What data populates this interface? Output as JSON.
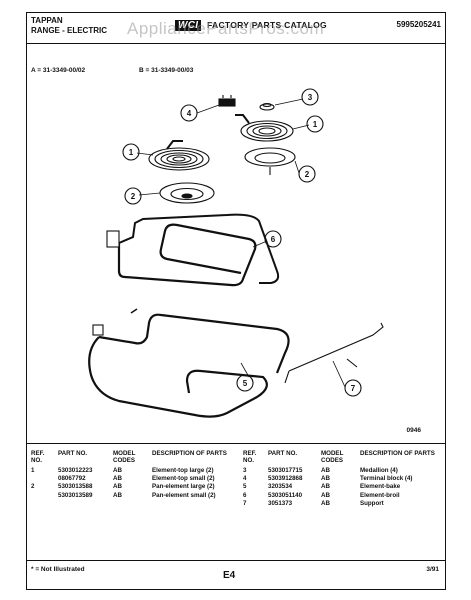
{
  "header": {
    "brand": "TAPPAN",
    "product": "RANGE - ELECTRIC",
    "logo_text": "WCI",
    "catalog_title": "FACTORY PARTS CATALOG",
    "catalog_number": "5995205241"
  },
  "watermark": "AppliancePartsPros.com",
  "models": {
    "a": "A = 31-3349-00/02",
    "b": "B = 31-3349-00/03"
  },
  "diagram": {
    "callouts": [
      "1",
      "2",
      "3",
      "4",
      "1",
      "2",
      "5",
      "6",
      "7"
    ],
    "code": "0946"
  },
  "table": {
    "headers": {
      "ref": "REF. NO.",
      "part": "PART NO.",
      "model": "MODEL CODES",
      "desc": "DESCRIPTION OF PARTS"
    },
    "left_rows": [
      {
        "ref": "1",
        "part": "5303012223",
        "model": "AB",
        "desc": "Element-top large (2)"
      },
      {
        "ref": "",
        "part": "08067792",
        "model": "AB",
        "desc": "Element-top small (2)"
      },
      {
        "ref": "2",
        "part": "5303013588",
        "model": "AB",
        "desc": "Pan-element large (2)"
      },
      {
        "ref": "",
        "part": "5303013589",
        "model": "AB",
        "desc": "Pan-element small (2)"
      }
    ],
    "right_rows": [
      {
        "ref": "3",
        "part": "5303017715",
        "model": "AB",
        "desc": "Medallion (4)"
      },
      {
        "ref": "4",
        "part": "5303912868",
        "model": "AB",
        "desc": "Terminal block (4)"
      },
      {
        "ref": "5",
        "part": "3203534",
        "model": "AB",
        "desc": "Element-bake"
      },
      {
        "ref": "6",
        "part": "5303051140",
        "model": "AB",
        "desc": "Element-broil"
      },
      {
        "ref": "7",
        "part": "3051373",
        "model": "AB",
        "desc": "Support"
      }
    ]
  },
  "footer": {
    "note": "* = Not Illustrated",
    "page": "E4",
    "date": "3/91"
  }
}
